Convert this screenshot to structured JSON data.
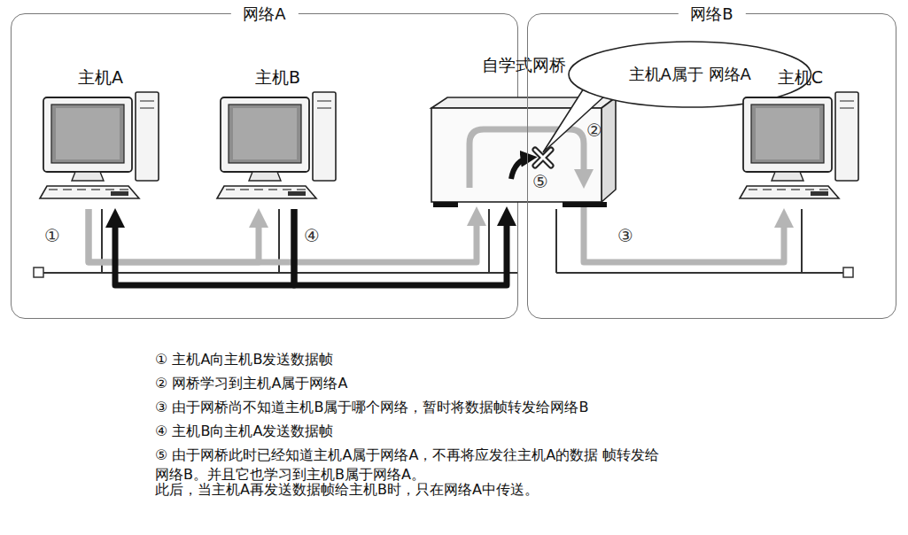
{
  "diagram": {
    "caption": "此后，当主机A再发送数据帧给主机B时，只在网络A中传送。",
    "nodes": [
      {
        "text": [
          "网络A"
        ]
      },
      {
        "text": [
          "主机A"
        ],
        "in": 0
      },
      {
        "text": [
          "主机B"
        ],
        "in": 0
      },
      {
        "text": [
          "自学式网桥"
        ]
      },
      {
        "text": [
          "主机A属于 网络A"
        ]
      },
      {
        "text": [
          "网络B"
        ]
      },
      {
        "text": [
          "主机C"
        ],
        "in": 5
      }
    ],
    "edges": [
      {
        "from": 1,
        "to": 2,
        "arrow": "to"
      },
      {
        "from": 1,
        "to": 3,
        "arrow": "to"
      },
      {
        "from": 3,
        "to": 6,
        "arrow": "to"
      },
      {
        "from": 2,
        "to": 1,
        "arrow": "to"
      },
      {
        "from": 2,
        "to": 3,
        "arrow": "to"
      }
    ],
    "labels": [
      "①",
      "②",
      "③",
      "④",
      "⑤",
      "① 主机A向主机B发送数据帧",
      "② 网桥学习到主机A属于网络A",
      "③ 由于网桥尚不知道主机B属于哪个网络，暂时将数据帧转发给网络B",
      "④ 主机B向主机A发送数据帧",
      "⑤ 由于网桥此时已经知道主机A属于网络A，不再将应发往主机A的数据 帧转发给网络B。并且它也学习到主机B属于网络A。"
    ]
  }
}
